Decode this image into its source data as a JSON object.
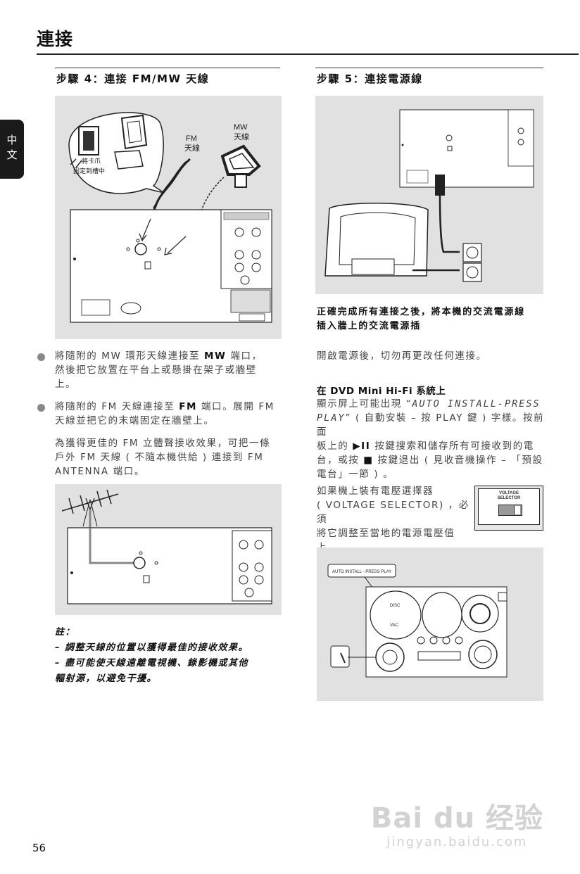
{
  "page": {
    "title": "連接",
    "side_tab": "中文",
    "page_number": "56"
  },
  "step4": {
    "heading": "步驟 4：連接 FM/MW 天線",
    "diagram": {
      "clip_label_1": "將卡爪",
      "clip_label_2": "固定到槽中",
      "fm_label_1": "FM",
      "fm_label_2": "天線",
      "mw_label_1": "MW",
      "mw_label_2": "天線"
    },
    "bullet1": {
      "p1": "將隨附的 MW 環形天線連接至 ",
      "b1": "MW",
      "p2": " 端口，",
      "line2": "然後把它放置在平台上或懸掛在架子或牆壁",
      "line3": "上。"
    },
    "bullet2": {
      "p1": "將隨附的 FM 天線連接至 ",
      "b1": "FM",
      "p2": " 端口。展開 FM",
      "line2": "天線並把它的末端固定在牆壁上。"
    },
    "para": {
      "line1": "為獲得更佳的 FM 立體聲接收效果，可把一條",
      "line2": "戶外 FM 天線 ( 不隨本機供給 ) 連接到 FM",
      "line3": "ANTENNA 端口。"
    },
    "note": {
      "heading": "註：",
      "line1": "– 調整天線的位置以獲得最佳的接收效果。",
      "line2": "– 盡可能使天線遠離電視機、錄影機或其他",
      "line3": "輻射源，以避免干擾。"
    }
  },
  "step5": {
    "heading": "步驟 5：連接電源線",
    "caption": {
      "line1": "正確完成所有連接之後，將本機的交流電源線",
      "line2": "插入牆上的交流電源插"
    },
    "warning": "開啟電源後，切勿再更改任何連接。",
    "subheading": "在 DVD Mini Hi-Fi 系統上",
    "body": {
      "l1a": "顯示屏上可能出現 “",
      "l1b": "AUTO INSTALL-PRESS",
      "l2a": "PLAY",
      "l2b": "” ( 自動安裝 – 按 PLAY 鍵 ) 字樣。按前面",
      "l3a": "板上的 ",
      "l3b": "▶II",
      "l3c": " 按鍵搜索和儲存所有可接收到的電",
      "l4a": "台，或按 ",
      "l4b": "■",
      "l4c": " 按鍵退出 ( 見收音機操作 – 「預設",
      "l5": "電台」一節 ) 。"
    },
    "voltage": {
      "line1": "如果機上裝有電壓選擇器",
      "line2": "( VOLTAGE SELECTOR) ，必須",
      "line3": "將它調整至當地的電源電壓值",
      "line4": "上。",
      "box_label_1": "VOLTAGE",
      "box_label_2": "SELECTOR"
    },
    "display_callout": "AUTO INSTALL - PRESS PLAY",
    "device_labels": {
      "disc": "DISC",
      "vac": "VAC"
    }
  },
  "watermark": {
    "big": "Bai du 经验",
    "small": "jingyan.baidu.com"
  }
}
